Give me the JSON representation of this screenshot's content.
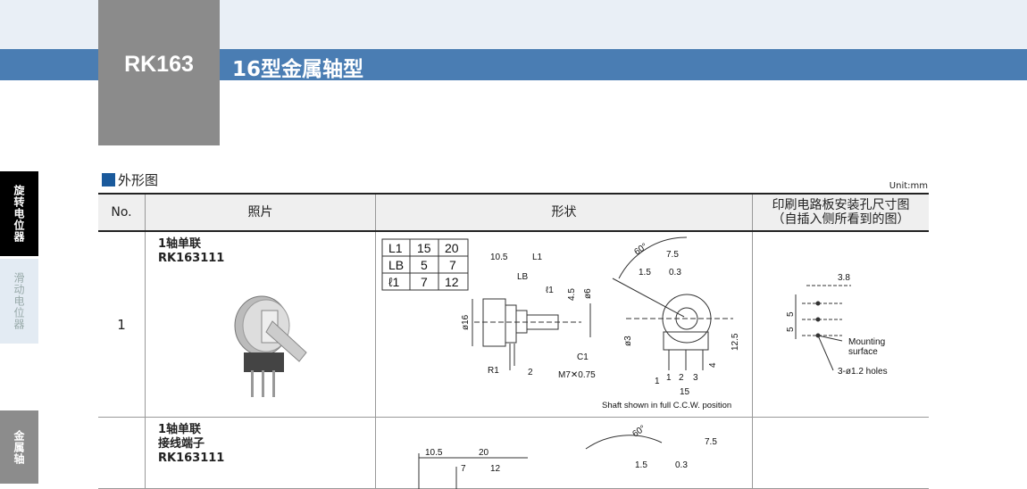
{
  "header": {
    "model": "RK163",
    "title": "16型金属轴型"
  },
  "sidebar": {
    "tabs": [
      {
        "label": "旋转电位器"
      },
      {
        "label": "滑动电位器"
      },
      {
        "label": "金属轴"
      }
    ]
  },
  "section": {
    "title": "外形图",
    "unit": "Unit:mm"
  },
  "table": {
    "headers": [
      "No.",
      "照片",
      "形状",
      "印刷电路板安装孔尺寸图\n（自插入侧所看到的图）"
    ],
    "header_pcb_line1": "印刷电路板安装孔尺寸图",
    "header_pcb_line2": "（自插入侧所看到的图）",
    "rows": [
      {
        "no": "1",
        "name1": "1轴单联",
        "name2": "RK163111",
        "dims": {
          "rows": [
            [
              "L1",
              "15",
              "20"
            ],
            [
              "LB",
              "5",
              "7"
            ],
            [
              "ℓ1",
              "7",
              "12"
            ]
          ]
        },
        "labels": {
          "a": "10.5",
          "l1": "L1",
          "lb": "LB",
          "ell": "ℓ1",
          "d45": "4.5",
          "d6": "ø6",
          "d16": "ø16",
          "c1": "C1",
          "r1": "R1",
          "two": "2",
          "m7": "M7✕0.75",
          "deg": "60°",
          "d75": "7.5",
          "d15": "1.5",
          "d03": "0.3",
          "d3": "ø3",
          "d125": "12.5",
          "four": "4",
          "one": "1",
          "p1": "1",
          "p2": "2",
          "p3": "3",
          "d15b": "15",
          "note": "Shaft shown in full C.C.W. position"
        },
        "pcb": {
          "d38": "3.8",
          "five1": "5",
          "five2": "5",
          "mount": "Mounting",
          "surface": "surface",
          "holes": "3-ø1.2 holes"
        }
      },
      {
        "no": "",
        "name1": "1轴单联",
        "name2": "接线端子",
        "name3": "RK163111",
        "labels": {
          "a": "10.5",
          "b": "20",
          "c": "7",
          "d": "12",
          "deg": "60°",
          "d75": "7.5",
          "d15": "1.5",
          "d03": "0.3"
        }
      }
    ]
  }
}
